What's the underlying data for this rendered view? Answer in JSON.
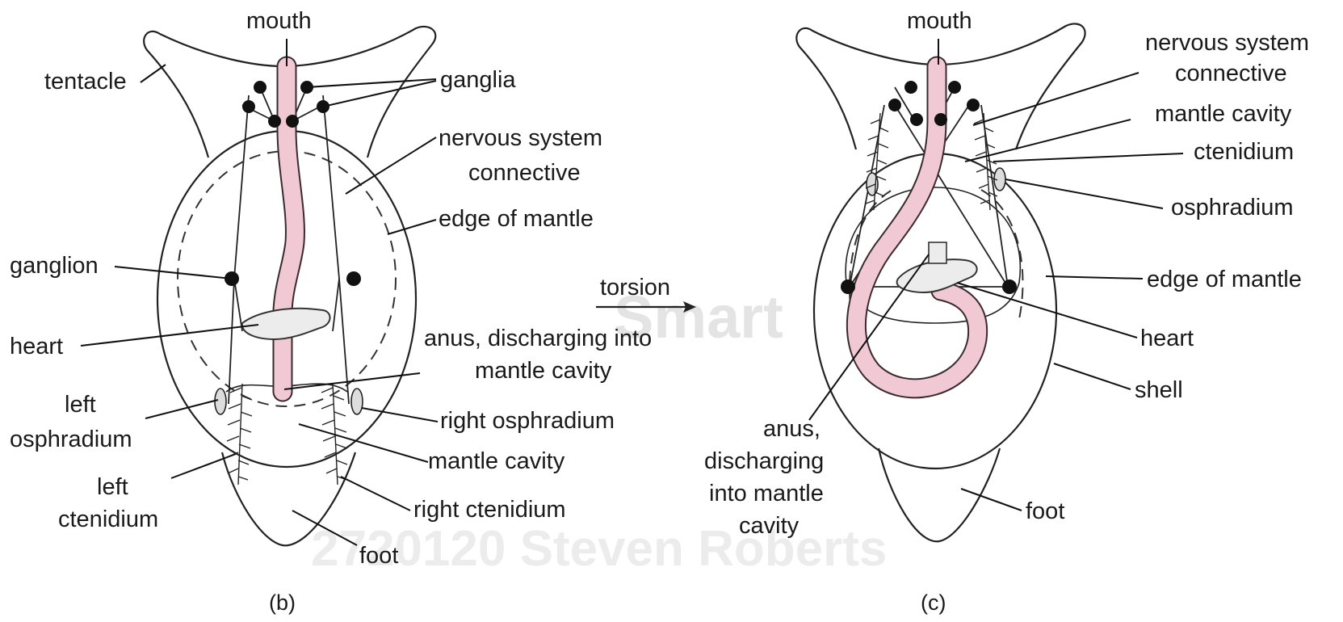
{
  "watermarks": {
    "center": "Smart",
    "bottom": "2720120 Steven Roberts"
  },
  "colors": {
    "gut": "#f1c9d4",
    "outline": "#222222",
    "ganglion": "#111111"
  },
  "left_panel": {
    "caption": "(b)",
    "labels": {
      "mouth": "mouth",
      "tentacle": "tentacle",
      "ganglia": "ganglia",
      "nervous_system_line1": "nervous system",
      "nervous_system_line2": "connective",
      "edge_of_mantle": "edge of mantle",
      "ganglion": "ganglion",
      "heart": "heart",
      "anus_line1": "anus, discharging into",
      "anus_line2": "mantle cavity",
      "left_osphradium_line1": "left",
      "left_osphradium_line2": "osphradium",
      "right_osphradium": "right osphradium",
      "mantle_cavity": "mantle cavity",
      "left_ctenidium_line1": "left",
      "left_ctenidium_line2": "ctenidium",
      "right_ctenidium": "right ctenidium",
      "foot": "foot"
    }
  },
  "arrow": {
    "label": "torsion"
  },
  "right_panel": {
    "caption": "(c)",
    "labels": {
      "mouth": "mouth",
      "nervous_system_line1": "nervous system",
      "nervous_system_line2": "connective",
      "mantle_cavity": "mantle cavity",
      "ctenidium": "ctenidium",
      "osphradium": "osphradium",
      "edge_of_mantle": "edge of mantle",
      "heart": "heart",
      "shell": "shell",
      "anus_line1": "anus,",
      "anus_line2": "discharging",
      "anus_line3": "into mantle",
      "anus_line4": "cavity",
      "foot": "foot"
    }
  }
}
